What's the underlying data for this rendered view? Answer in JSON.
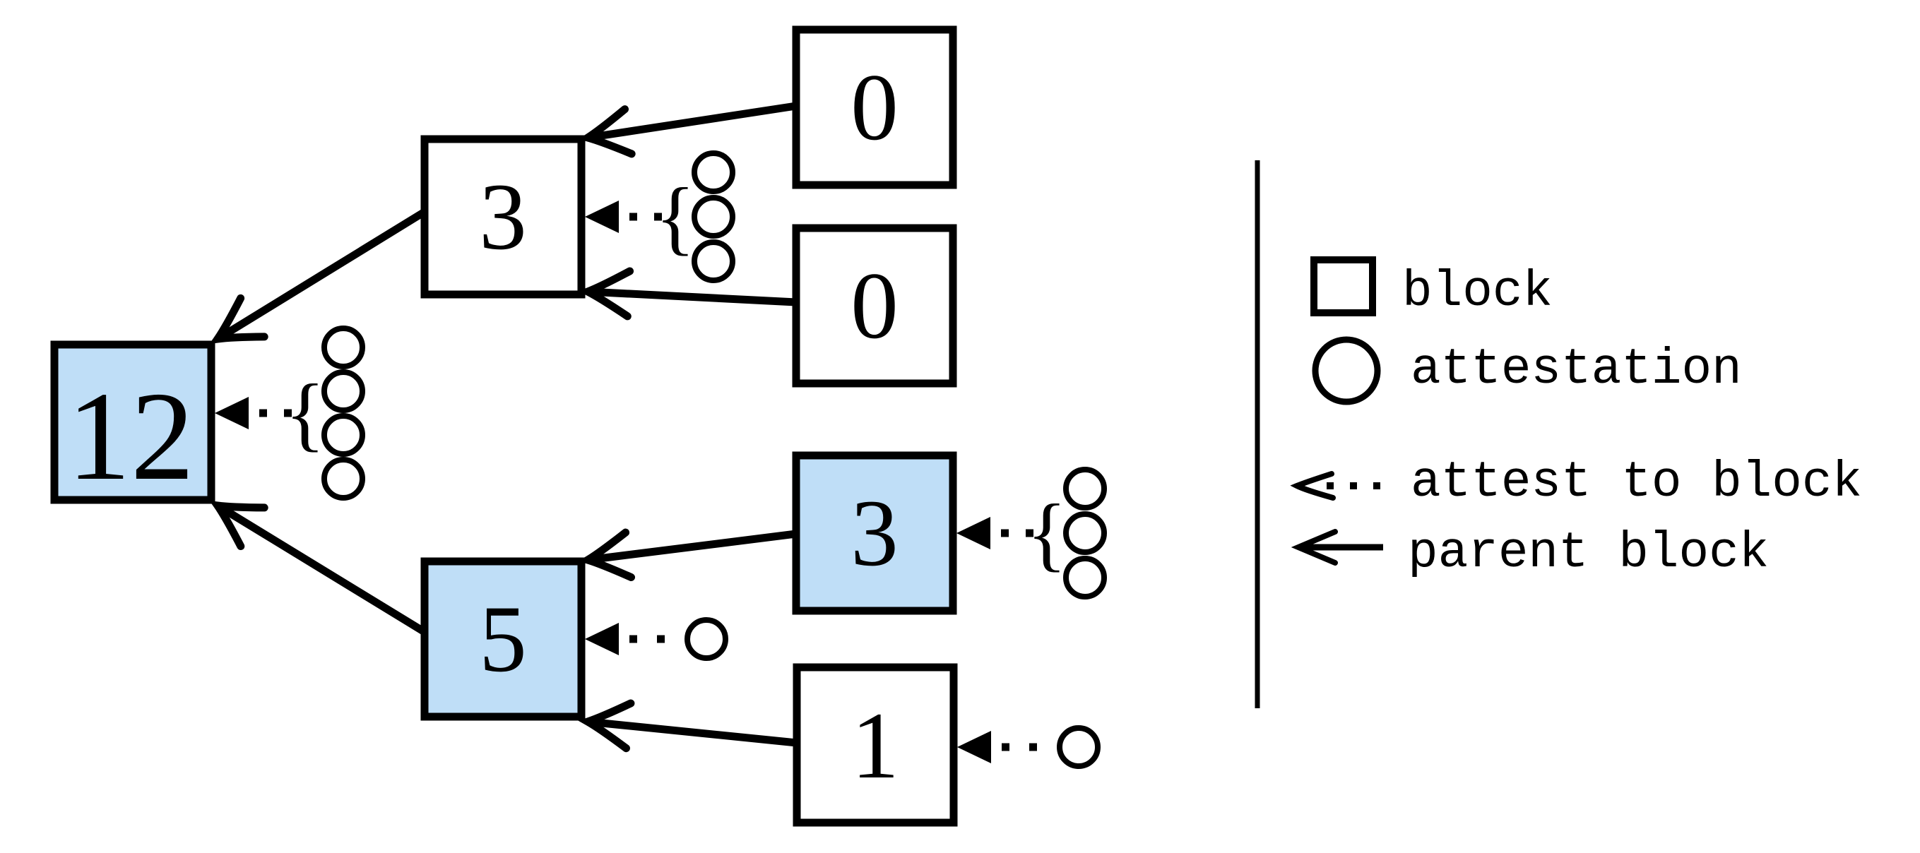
{
  "colors": {
    "highlight": "#BFDEF7",
    "plain": "#FFFFFF",
    "ink": "#000000"
  },
  "brace_glyph": "{",
  "blocks": [
    {
      "name": "root",
      "label": "12",
      "highlighted": true,
      "attestation_count": 4
    },
    {
      "name": "branch-top",
      "label": "3",
      "highlighted": false,
      "attestation_count": 3
    },
    {
      "name": "branch-bottom",
      "label": "5",
      "highlighted": true,
      "attestation_count": 1
    },
    {
      "name": "leaf-top-1",
      "label": "0",
      "highlighted": false,
      "attestation_count": 0
    },
    {
      "name": "leaf-top-2",
      "label": "0",
      "highlighted": false,
      "attestation_count": 0
    },
    {
      "name": "leaf-bottom-1",
      "label": "3",
      "highlighted": true,
      "attestation_count": 3
    },
    {
      "name": "leaf-bottom-2",
      "label": "1",
      "highlighted": false,
      "attestation_count": 1
    }
  ],
  "parent_edges": [
    {
      "from": "branch-top",
      "to": "root"
    },
    {
      "from": "branch-bottom",
      "to": "root"
    },
    {
      "from": "leaf-top-1",
      "to": "branch-top"
    },
    {
      "from": "leaf-top-2",
      "to": "branch-top"
    },
    {
      "from": "leaf-bottom-1",
      "to": "branch-bottom"
    },
    {
      "from": "leaf-bottom-2",
      "to": "branch-bottom"
    }
  ],
  "legend": {
    "items": [
      {
        "symbol": "square",
        "label": "block"
      },
      {
        "symbol": "circle",
        "label": "attestation"
      },
      {
        "symbol": "dotted-arrow",
        "label": "attest to block"
      },
      {
        "symbol": "solid-arrow",
        "label": "parent block"
      }
    ]
  }
}
